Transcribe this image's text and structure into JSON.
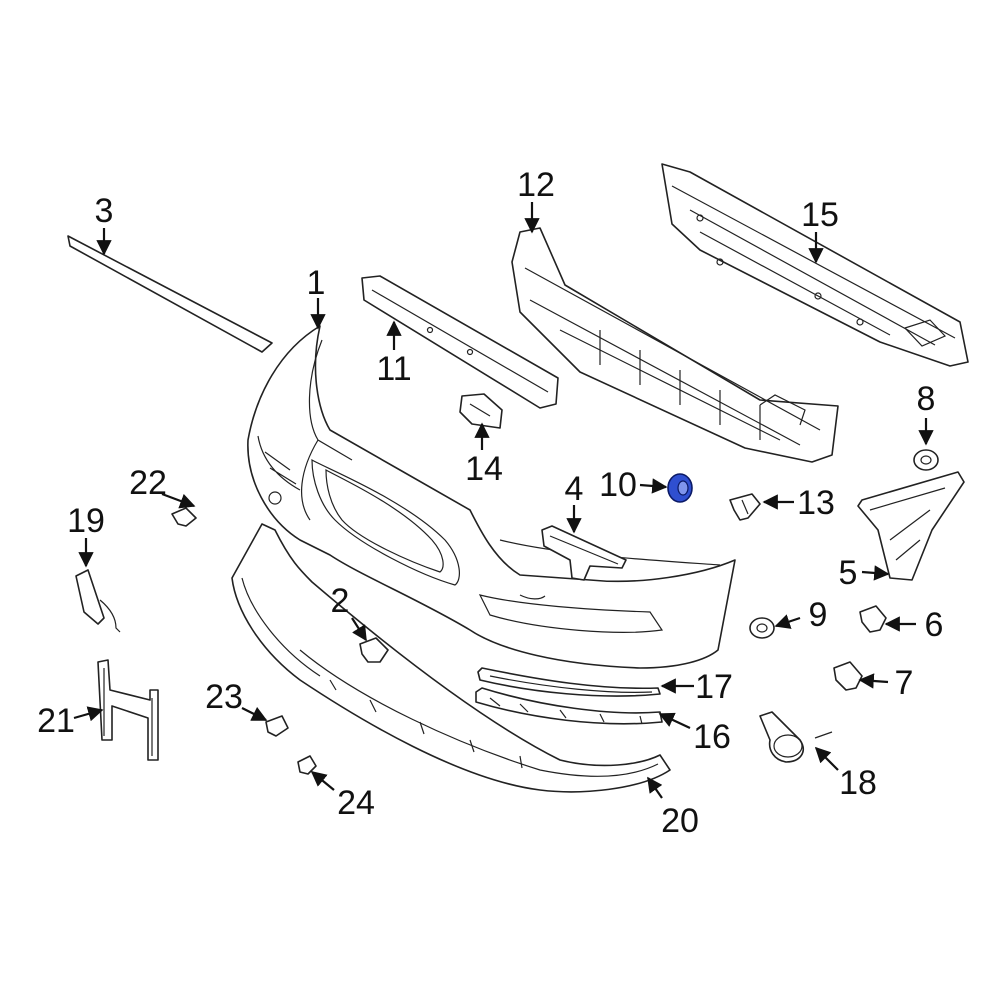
{
  "diagram": {
    "highlight_color": "#2f4fd0",
    "callouts": [
      {
        "id": "c1",
        "label": "1"
      },
      {
        "id": "c2",
        "label": "2"
      },
      {
        "id": "c3",
        "label": "3"
      },
      {
        "id": "c4",
        "label": "4"
      },
      {
        "id": "c5",
        "label": "5"
      },
      {
        "id": "c6",
        "label": "6"
      },
      {
        "id": "c7",
        "label": "7"
      },
      {
        "id": "c8",
        "label": "8"
      },
      {
        "id": "c9",
        "label": "9"
      },
      {
        "id": "c10",
        "label": "10",
        "highlighted": true
      },
      {
        "id": "c11",
        "label": "11"
      },
      {
        "id": "c12",
        "label": "12"
      },
      {
        "id": "c13",
        "label": "13"
      },
      {
        "id": "c14",
        "label": "14"
      },
      {
        "id": "c15",
        "label": "15"
      },
      {
        "id": "c16",
        "label": "16"
      },
      {
        "id": "c17",
        "label": "17"
      },
      {
        "id": "c18",
        "label": "18"
      },
      {
        "id": "c19",
        "label": "19"
      },
      {
        "id": "c20",
        "label": "20"
      },
      {
        "id": "c21",
        "label": "21"
      },
      {
        "id": "c22",
        "label": "22"
      },
      {
        "id": "c23",
        "label": "23"
      },
      {
        "id": "c24",
        "label": "24"
      }
    ]
  }
}
